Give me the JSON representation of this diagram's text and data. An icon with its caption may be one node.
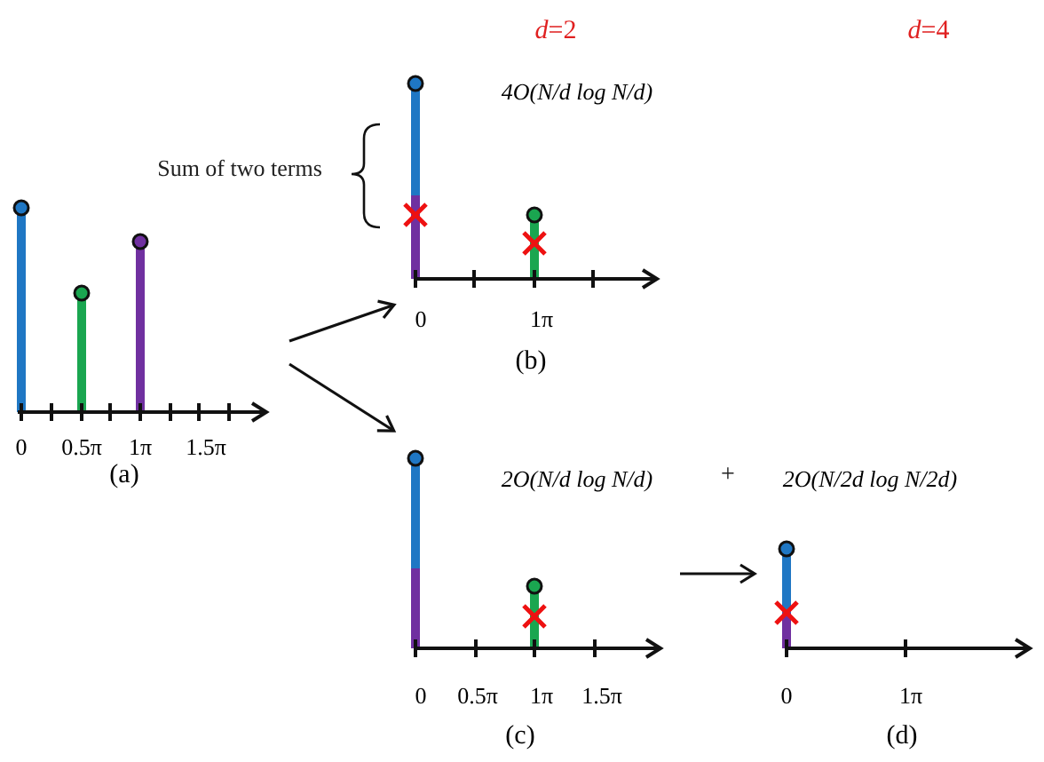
{
  "diagram": {
    "nodes": [
      {
        "text": [
          "0",
          "0.5π",
          "1π",
          "1.5π",
          "(a)"
        ]
      },
      {
        "text": [
          "4O(N/d log N/d)",
          "0",
          "1π",
          "(b)"
        ]
      },
      {
        "text": [
          "2O(N/d log N/d)",
          "0",
          "0.5π",
          "1π",
          "1.5π",
          "(c)"
        ]
      },
      {
        "text": [
          "2O(N/2d log N/2d)",
          "0",
          "1π",
          "(d)"
        ]
      }
    ],
    "edges": [
      {
        "from": 0,
        "to": 1,
        "arrow": "to"
      },
      {
        "from": 0,
        "to": 2,
        "arrow": "to"
      },
      {
        "from": 2,
        "to": 3,
        "arrow": "to"
      }
    ],
    "labels": [
      "*d*=2",
      "*d*=4",
      "Sum of two terms",
      "+"
    ]
  }
}
